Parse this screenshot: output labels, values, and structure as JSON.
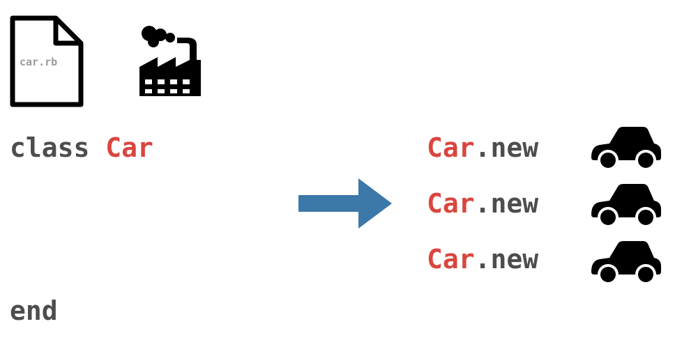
{
  "file": {
    "label": "car.rb"
  },
  "code": {
    "keyword": "class",
    "class_name": "Car",
    "end_keyword": "end"
  },
  "calls": [
    {
      "receiver": "Car",
      "method": ".new"
    },
    {
      "receiver": "Car",
      "method": ".new"
    },
    {
      "receiver": "Car",
      "method": ".new"
    }
  ],
  "colors": {
    "text": "#4d4d4d",
    "accent_red": "#d9463f",
    "arrow_blue": "#3c78a8",
    "icon": "#000000"
  },
  "icons": [
    "file-icon",
    "factory-icon",
    "arrow-icon",
    "car-icon"
  ]
}
